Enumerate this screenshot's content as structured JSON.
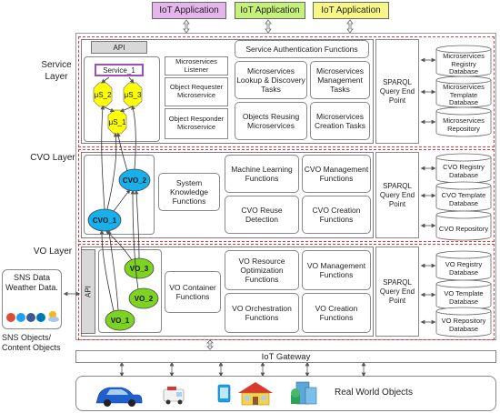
{
  "iot_apps": [
    "IoT Application",
    "IoT Application",
    "IoT Application"
  ],
  "colors": {
    "app1": "#e4b6ec",
    "app2": "#c5f07a",
    "app3": "#f7f787",
    "ms_yellow": "#ffff00",
    "cvo_blue": "#15b1ec",
    "vo_green": "#7ed321",
    "dashed": "#e0383c"
  },
  "layers": {
    "service": "Service Layer",
    "cvo": "CVO Layer",
    "vo": "VO Layer"
  },
  "service": {
    "api": "API",
    "service_1": "Service_1",
    "ms2": "μS_2",
    "ms3": "μS_3",
    "ms1": "μS_1",
    "listener": "Microservices Listener",
    "requester": "Object Requester Microservice",
    "responder": "Object Responder Microservice",
    "auth": "Service Authentication Functions",
    "lookup": "Microservices Lookup & Discovery Tasks",
    "management": "Microservices Management Tasks",
    "reusing": "Objects Reusing Microservices",
    "creation": "Microservices Creation Tasks",
    "sparql": "SPARQL Query End Point",
    "dbs": [
      "Microservices Registry Database",
      "Microservices Template Database",
      "Microservices Repository"
    ]
  },
  "cvo": {
    "cvo2": "CVO_2",
    "cvo1": "CVO_1",
    "system": "System Knowledge Functions",
    "ml": "Machine Learning Functions",
    "management": "CVO Management Functions",
    "reuse": "CVO Reuse Detection",
    "creation": "CVO Creation Functions",
    "sparql": "SPARQL Query End Point",
    "dbs": [
      "CVO Registry Database",
      "CVO Template Database",
      "CVO Repository"
    ]
  },
  "vo": {
    "api": "API",
    "vo3": "VO_3",
    "vo2": "VO_2",
    "vo1": "VO_1",
    "container": "VO Container Functions",
    "resource": "VO Resource Optimization Functions",
    "management": "VO Management Functions",
    "orchestration": "VO Orchestration Functions",
    "creation": "VO Creation Functions",
    "sparql": "SPARQL Query End Point",
    "dbs": [
      "VO Registry Database",
      "VO Template Database",
      "VO Repository Database"
    ]
  },
  "sns": {
    "box": "SNS Data Weather Data.",
    "label": "SNS Objects/ Content Objects"
  },
  "gateway": "IoT Gateway",
  "real_world": "Real World Objects",
  "device_icons": [
    "car-icon",
    "ambulance-icon",
    "tablet-icon",
    "house-icon",
    "building-icon"
  ]
}
